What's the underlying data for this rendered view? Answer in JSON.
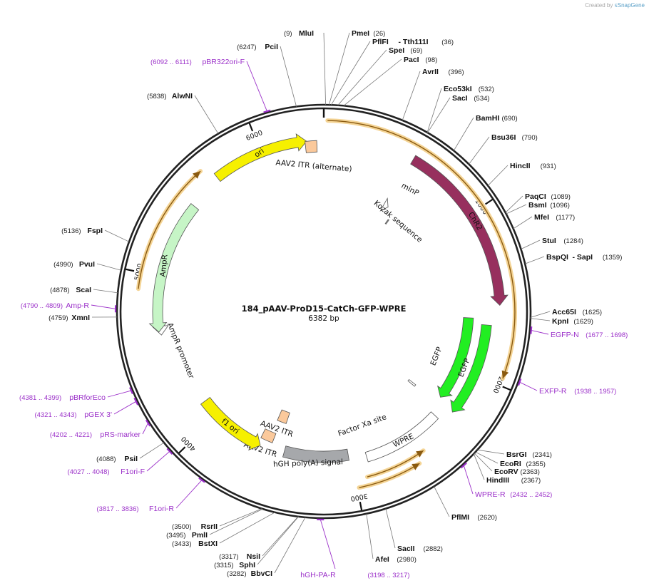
{
  "credit": {
    "prefix": "Created by",
    "brand": "SnapGene"
  },
  "plasmid": {
    "name": "184_pAAV-ProD15-CatCh-GFP-WPRE",
    "size_label": "6382 bp",
    "length": 6382
  },
  "colors": {
    "backbone": "#222222",
    "primer": "#9b30c9",
    "orf_glow": "#f3cf8a",
    "orf_line": "#8a5a10",
    "yellow": "#f6f000",
    "itr": "#fbc99b",
    "ampr": "#c6f5c6",
    "egfp": "#22ee22",
    "chr2": "#97305e",
    "polya": "#a6a8ab",
    "wpre": "#ffffff"
  },
  "ticks": [
    {
      "pos": 1000,
      "label": "1000"
    },
    {
      "pos": 2000,
      "label": "2000"
    },
    {
      "pos": 3000,
      "label": "3000"
    },
    {
      "pos": 4000,
      "label": "4000"
    },
    {
      "pos": 5000,
      "label": "5000"
    },
    {
      "pos": 6000,
      "label": "6000"
    }
  ],
  "enzymes": [
    {
      "name": "MluI",
      "pos": "9",
      "site": 9
    },
    {
      "name": "PmeI",
      "pos": "26",
      "site": 26
    },
    {
      "name": "PflFI",
      "pos": "36",
      "site": 36,
      "alias": "Tth111I"
    },
    {
      "name": "SpeI",
      "pos": "69",
      "site": 69
    },
    {
      "name": "PacI",
      "pos": "98",
      "site": 98
    },
    {
      "name": "AvrII",
      "pos": "396",
      "site": 396
    },
    {
      "name": "Eco53kI",
      "pos": "532",
      "site": 532
    },
    {
      "name": "SacI",
      "pos": "534",
      "site": 534
    },
    {
      "name": "BamHI",
      "pos": "690",
      "site": 690
    },
    {
      "name": "Bsu36I",
      "pos": "790",
      "site": 790
    },
    {
      "name": "HincII",
      "pos": "931",
      "site": 931
    },
    {
      "name": "PaqCI",
      "pos": "1089",
      "site": 1089
    },
    {
      "name": "BsmI",
      "pos": "1096",
      "site": 1096
    },
    {
      "name": "MfeI",
      "pos": "1177",
      "site": 1177
    },
    {
      "name": "StuI",
      "pos": "1284",
      "site": 1284
    },
    {
      "name": "BspQI",
      "pos": "1359",
      "site": 1359,
      "alias": "SapI"
    },
    {
      "name": "Acc65I",
      "pos": "1625",
      "site": 1625
    },
    {
      "name": "KpnI",
      "pos": "1629",
      "site": 1629
    },
    {
      "name": "BsrGI",
      "pos": "2341",
      "site": 2341
    },
    {
      "name": "EcoRI",
      "pos": "2355",
      "site": 2355
    },
    {
      "name": "EcoRV",
      "pos": "2363",
      "site": 2363
    },
    {
      "name": "HindIII",
      "pos": "2367",
      "site": 2367
    },
    {
      "name": "PflMI",
      "pos": "2620",
      "site": 2620
    },
    {
      "name": "SacII",
      "pos": "2882",
      "site": 2882
    },
    {
      "name": "AfeI",
      "pos": "2980",
      "site": 2980
    },
    {
      "name": "BbvCI",
      "pos": "3282",
      "site": 3282
    },
    {
      "name": "SphI",
      "pos": "3315",
      "site": 3315
    },
    {
      "name": "NsiI",
      "pos": "3317",
      "site": 3317
    },
    {
      "name": "BstXI",
      "pos": "3433",
      "site": 3433
    },
    {
      "name": "PmlI",
      "pos": "3495",
      "site": 3495
    },
    {
      "name": "RsrII",
      "pos": "3500",
      "site": 3500
    },
    {
      "name": "PsiI",
      "pos": "4088",
      "site": 4088
    },
    {
      "name": "XmnI",
      "pos": "4759",
      "site": 4759
    },
    {
      "name": "ScaI",
      "pos": "4878",
      "site": 4878
    },
    {
      "name": "PvuI",
      "pos": "4990",
      "site": 4990
    },
    {
      "name": "FspI",
      "pos": "5136",
      "site": 5136
    },
    {
      "name": "AlwNI",
      "pos": "5838",
      "site": 5838
    },
    {
      "name": "PciI",
      "pos": "6247",
      "site": 6247
    }
  ],
  "primers": [
    {
      "name": "EGFP-N",
      "range": "1677 .. 1698",
      "start": 1677,
      "end": 1698
    },
    {
      "name": "EXFP-R",
      "range": "1938 .. 1957",
      "start": 1938,
      "end": 1957
    },
    {
      "name": "WPRE-R",
      "range": "2432 .. 2452",
      "start": 2432,
      "end": 2452
    },
    {
      "name": "hGH-PA-R",
      "range": "3198 .. 3217",
      "start": 3198,
      "end": 3217
    },
    {
      "name": "F1ori-R",
      "range": "3817 .. 3836",
      "start": 3817,
      "end": 3836
    },
    {
      "name": "F1ori-F",
      "range": "4027 .. 4048",
      "start": 4027,
      "end": 4048
    },
    {
      "name": "pRS-marker",
      "range": "4202 .. 4221",
      "start": 4202,
      "end": 4221
    },
    {
      "name": "pGEX 3'",
      "range": "4321 .. 4343",
      "start": 4321,
      "end": 4343
    },
    {
      "name": "pBRforEco",
      "range": "4381 .. 4399",
      "start": 4381,
      "end": 4399
    },
    {
      "name": "Amp-R",
      "range": "4790 .. 4809",
      "start": 4790,
      "end": 4809
    },
    {
      "name": "pBR322ori-F",
      "range": "6092 .. 6111",
      "start": 6092,
      "end": 6111
    }
  ],
  "features": [
    {
      "name": "ori",
      "start": 5620,
      "end": 6200,
      "direction": "forward",
      "color": "yellow",
      "label_inside": true
    },
    {
      "name": "AAV2 ITR (alternate)",
      "start": 6230,
      "end": 6360,
      "direction": "none",
      "color": "itr",
      "label_inside": false
    },
    {
      "name": "minP",
      "start": 380,
      "end": 420,
      "direction": "forward",
      "color": "white",
      "label_inside": false
    },
    {
      "name": "Kozak sequence",
      "start": 555,
      "end": 565,
      "direction": "none",
      "color": "white",
      "label_inside": false
    },
    {
      "name": "ChR2",
      "start": 650,
      "end": 1560,
      "direction": "forward",
      "color": "chr2",
      "label_inside": true
    },
    {
      "name": "EGFP",
      "start": 1620,
      "end": 2330,
      "direction": "forward",
      "color": "egfp",
      "label_inside": true
    },
    {
      "name": "EGFP",
      "start": 1620,
      "end": 2330,
      "direction": "forward",
      "color": "egfp",
      "label_inside": true
    },
    {
      "name": "Factor Xa site",
      "start": 2370,
      "end": 2390,
      "direction": "none",
      "color": "white",
      "label_inside": false
    },
    {
      "name": "WPRE",
      "start": 2380,
      "end": 2960,
      "direction": "none",
      "color": "wpre",
      "label_inside": true
    },
    {
      "name": "hGH poly(A) signal",
      "start": 3010,
      "end": 3480,
      "direction": "none",
      "color": "polya",
      "label_inside": true
    },
    {
      "name": "AAV2 ITR",
      "start": 3560,
      "end": 3700,
      "direction": "none",
      "color": "itr",
      "label_inside": false
    },
    {
      "name": "AAV2 ITR",
      "start": 3590,
      "end": 3720,
      "direction": "none",
      "color": "itr",
      "label_inside": false
    },
    {
      "name": "f1 ori",
      "start": 3760,
      "end": 4200,
      "direction": "reverse",
      "color": "yellow",
      "label_inside": true
    },
    {
      "name": "AmpR promoter",
      "start": 4630,
      "end": 4740,
      "direction": "reverse",
      "color": "white",
      "label_inside": false
    },
    {
      "name": "AmpR",
      "start": 4710,
      "end": 5460,
      "direction": "reverse",
      "color": "ampr",
      "label_inside": true
    }
  ]
}
